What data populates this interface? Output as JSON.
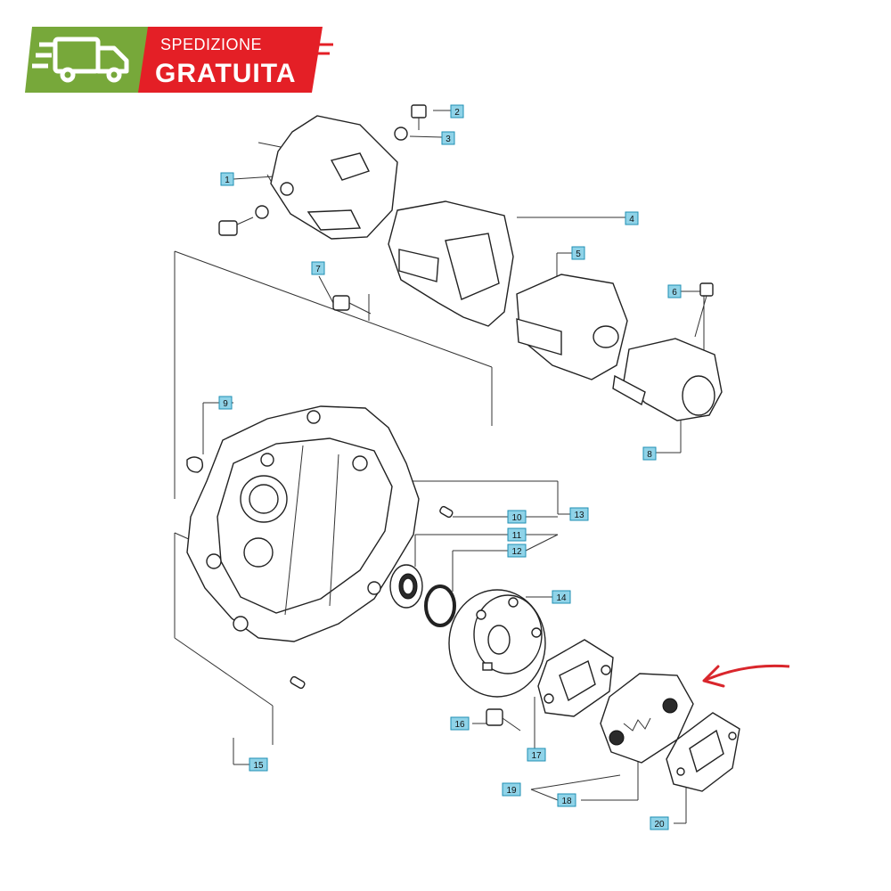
{
  "badge": {
    "line1": "SPEDIZIONE",
    "line2": "GRATUITA",
    "truck_icon": "truck-icon",
    "green": "#77a83a",
    "red": "#e41f26"
  },
  "callouts": [
    {
      "id": "callout-1",
      "label": "1"
    },
    {
      "id": "callout-2",
      "label": "2"
    },
    {
      "id": "callout-3",
      "label": "3"
    },
    {
      "id": "callout-4",
      "label": "4"
    },
    {
      "id": "callout-5",
      "label": "5"
    },
    {
      "id": "callout-6",
      "label": "6"
    },
    {
      "id": "callout-7",
      "label": "7"
    },
    {
      "id": "callout-8",
      "label": "8"
    },
    {
      "id": "callout-9",
      "label": "9"
    },
    {
      "id": "callout-10",
      "label": "10"
    },
    {
      "id": "callout-11",
      "label": "11"
    },
    {
      "id": "callout-12",
      "label": "12"
    },
    {
      "id": "callout-13",
      "label": "13"
    },
    {
      "id": "callout-14",
      "label": "14"
    },
    {
      "id": "callout-15",
      "label": "15"
    },
    {
      "id": "callout-16",
      "label": "16"
    },
    {
      "id": "callout-17",
      "label": "17"
    },
    {
      "id": "callout-18",
      "label": "18"
    },
    {
      "id": "callout-19",
      "label": "19"
    },
    {
      "id": "callout-20",
      "label": "20"
    }
  ],
  "colors": {
    "callout_fill": "#8fd3e8",
    "callout_stroke": "#1f8fb3",
    "arrow": "#d9262c",
    "line": "#222222"
  }
}
